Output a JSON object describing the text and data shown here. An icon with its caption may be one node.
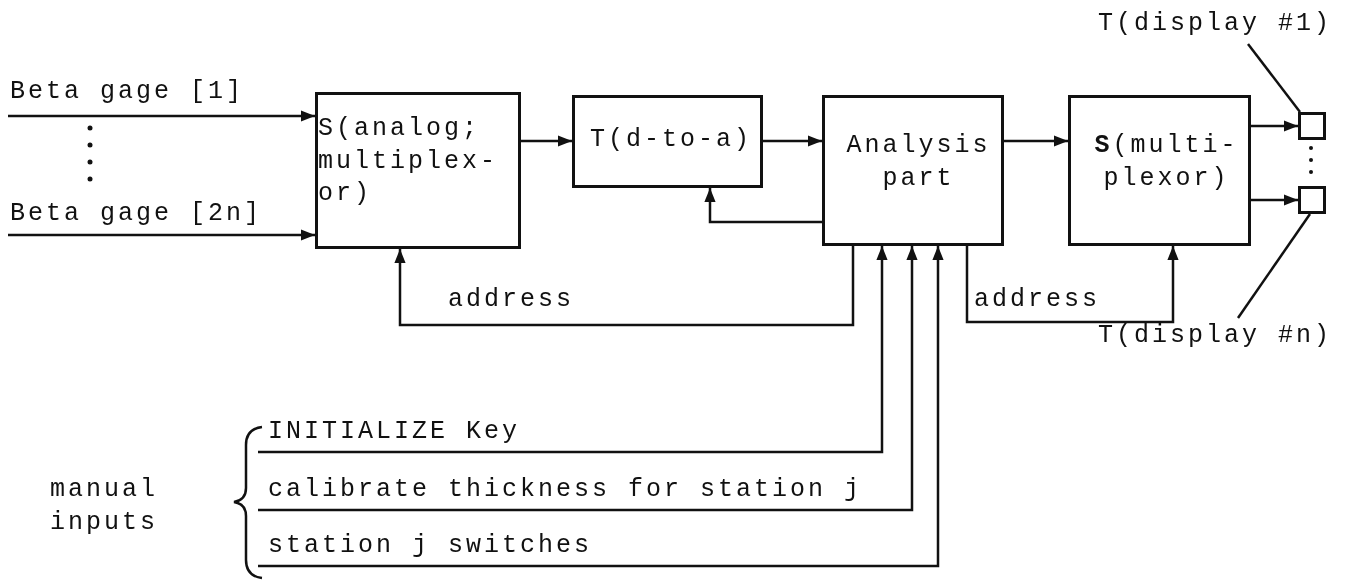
{
  "diagram": {
    "nodes": [
      {
        "text": [
          "S(analog; multiplex- or)"
        ]
      },
      {
        "text": [
          "T(d-to-a)"
        ]
      },
      {
        "text": [
          "Analysis part"
        ]
      },
      {
        "text": [
          "**S**(multi- plexor)"
        ]
      },
      {
        "text": [],
        "shape": "box"
      },
      {
        "text": [
          "T(display #1)"
        ]
      },
      {
        "text": [],
        "shape": "box"
      },
      {
        "text": [
          "T(display #n)"
        ]
      }
    ],
    "edges": [
      {
        "from": null,
        "to": 0,
        "arrow": "to",
        "label": "Beta gage [1]"
      },
      {
        "from": null,
        "to": 0,
        "arrow": "to",
        "label": "Beta gage [2n]"
      },
      {
        "from": 0,
        "to": 1,
        "arrow": "to"
      },
      {
        "from": 1,
        "to": 2,
        "arrow": "to"
      },
      {
        "from": 2,
        "to": 1,
        "arrow": "to"
      },
      {
        "from": 2,
        "to": 0,
        "arrow": "to",
        "label": "address"
      },
      {
        "from": 2,
        "to": 3,
        "arrow": "to"
      },
      {
        "from": 2,
        "to": 3,
        "arrow": "to",
        "label": "address"
      },
      {
        "from": 3,
        "to": 4,
        "arrow": "to"
      },
      {
        "from": 3,
        "to": 6,
        "arrow": "to"
      },
      {
        "from": 5,
        "to": 4,
        "arrow": "none"
      },
      {
        "from": 7,
        "to": 6,
        "arrow": "none"
      },
      {
        "from": null,
        "to": 2,
        "arrow": "to",
        "label": "INITIALIZE Key"
      },
      {
        "from": null,
        "to": 2,
        "arrow": "to",
        "label": "calibrate thickness for station j"
      },
      {
        "from": null,
        "to": 2,
        "arrow": "to",
        "label": "station j switches"
      }
    ],
    "labels": [
      "manual inputs"
    ]
  }
}
